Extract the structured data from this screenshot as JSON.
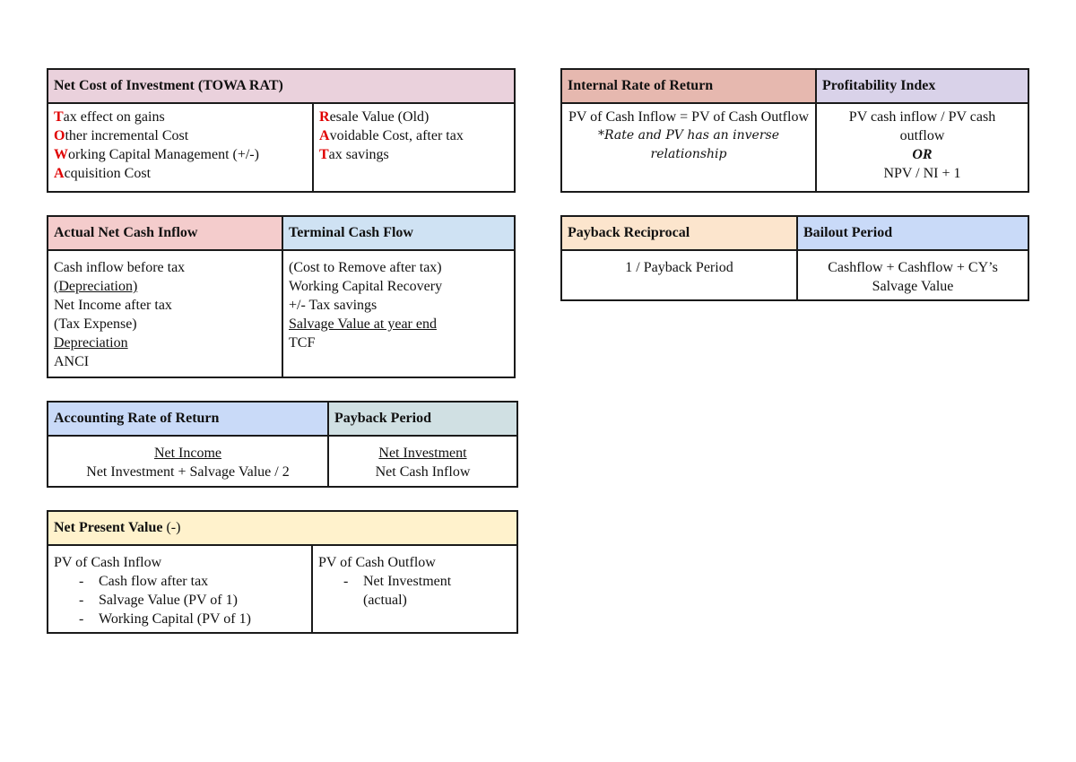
{
  "net_cost": {
    "title": "Net Cost of Investment (TOWA RAT)",
    "header_color": "#ead1dc",
    "left": [
      {
        "first": "T",
        "rest": "ax effect on gains"
      },
      {
        "first": "O",
        "rest": "ther incremental Cost"
      },
      {
        "first": "W",
        "rest": "orking Capital Management (+/-)"
      },
      {
        "first": "A",
        "rest": "cquisition Cost"
      }
    ],
    "right": [
      {
        "first": "R",
        "rest": "esale Value (Old)"
      },
      {
        "first": "A",
        "rest": "voidable Cost, after tax"
      },
      {
        "first": "T",
        "rest": "ax savings"
      }
    ]
  },
  "irr": {
    "title": "Internal Rate of Return",
    "header_color": "#e6b8af",
    "line1": "PV of Cash Inflow = PV of Cash Outflow",
    "note": "*Rate and PV has an inverse relationship"
  },
  "pi": {
    "title": "Profitability Index",
    "header_color": "#d9d2e9",
    "line1": "PV cash inflow / PV cash outflow",
    "or": "OR",
    "line2": "NPV / NI + 1"
  },
  "anci": {
    "title": "Actual Net Cash Inflow",
    "header_color": "#f4cccc",
    "lines": [
      "Cash inflow before tax",
      "(Depreciation)",
      "Net Income after tax",
      "(Tax Expense)",
      "Depreciation",
      "ANCI"
    ]
  },
  "tcf": {
    "title": "Terminal Cash Flow",
    "header_color": "#cfe2f3",
    "lines": [
      "(Cost to Remove after tax)",
      "Working Capital Recovery",
      "+/- Tax savings",
      "Salvage Value at year end",
      "TCF"
    ]
  },
  "payback_reciprocal": {
    "title": "Payback Reciprocal",
    "header_color": "#fce5cd",
    "formula": "1 / Payback Period"
  },
  "bailout": {
    "title": "Bailout Period",
    "header_color": "#c9daf8",
    "formula": "Cashflow + Cashflow + CY’s Salvage Value"
  },
  "arr": {
    "title": "Accounting Rate of Return",
    "header_color": "#c9daf8",
    "numerator": "Net Income",
    "denominator": "Net Investment + Salvage Value / 2"
  },
  "payback": {
    "title": "Payback Period",
    "header_color": "#d0e0e3",
    "numerator": "Net Investment",
    "denominator": "Net Cash Inflow"
  },
  "npv": {
    "title": "Net Present Value",
    "title_suffix": " (-)",
    "header_color": "#fff2cc",
    "left_title": "PV of Cash Inflow",
    "left_items": [
      "Cash flow after tax",
      "Salvage Value (PV of 1)",
      "Working Capital (PV of 1)"
    ],
    "right_title": "PV of Cash Outflow",
    "right_items": [
      "Net Investment (actual)"
    ],
    "bullet": "-"
  }
}
